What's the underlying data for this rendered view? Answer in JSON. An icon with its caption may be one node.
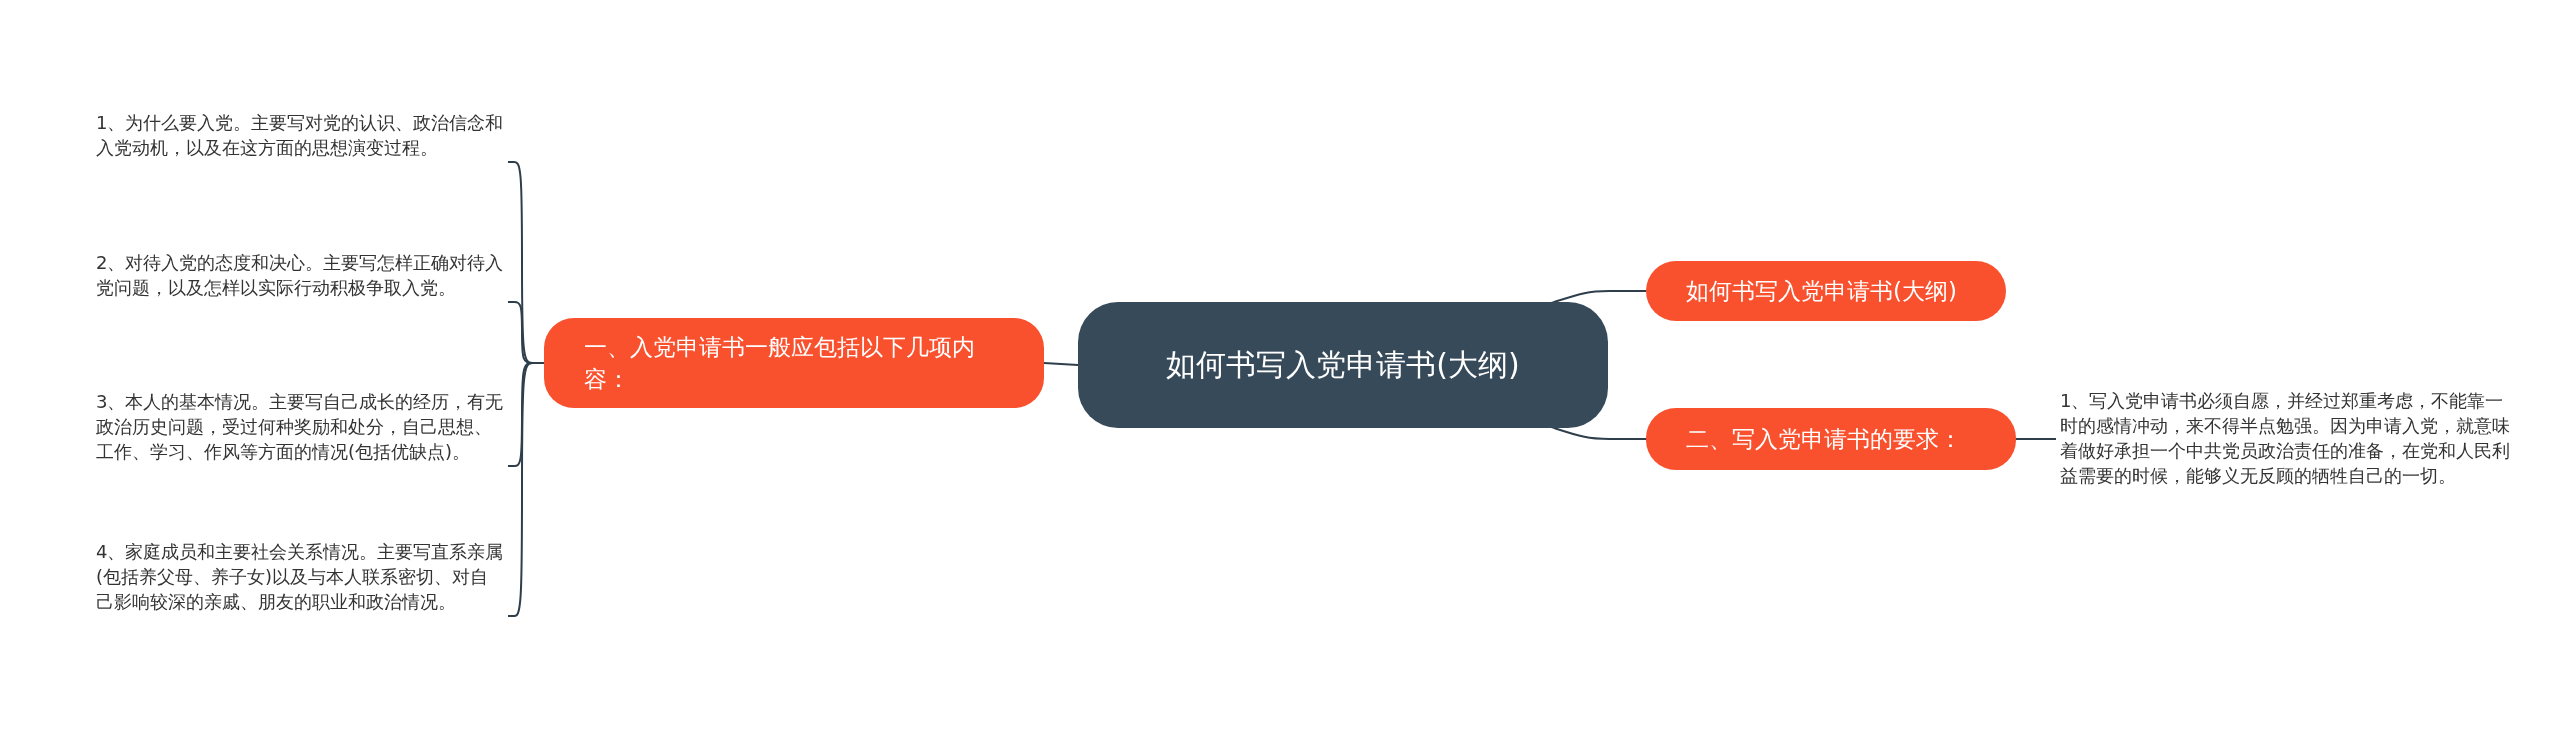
{
  "diagram": {
    "nodes": [
      {
        "text": [
          "如何书写入党申请书(大纲)"
        ]
      },
      {
        "text": [
          "一、入党申请书一般应包括以下几项内容："
        ]
      },
      {
        "text": [
          "1、为什么要入党。主要写对党的认识、政治信念和入党动机，以及在这方面的思想演变过程。"
        ]
      },
      {
        "text": [
          "2、对待入党的态度和决心。主要写怎样正确对待入党问题，以及怎样以实际行动积极争取入党。"
        ]
      },
      {
        "text": [
          "3、本人的基本情况。主要写自己成长的经历，有无政治历史问题，受过何种奖励和处分，自己思想、工作、学习、作风等方面的情况(包括优缺点)。"
        ]
      },
      {
        "text": [
          "4、家庭成员和主要社会关系情况。主要写直系亲属(包括养父母、养子女)以及与本人联系密切、对自己影响较深的亲戚、朋友的职业和政治情况。"
        ]
      },
      {
        "text": [
          "如何书写入党申请书(大纲)"
        ]
      },
      {
        "text": [
          "二、写入党申请书的要求："
        ]
      },
      {
        "text": [
          "1、写入党申请书必须自愿，并经过郑重考虑，不能靠一时的感情冲动，来不得半点勉强。因为申请入党，就意味着做好承担一个中共党员政治责任的准备，在党和人民利益需要的时候，能够义无反顾的牺牲自己的一切。"
        ]
      }
    ],
    "edges": [
      {
        "from": 0,
        "to": 1,
        "arrow": "none"
      },
      {
        "from": 1,
        "to": 2,
        "arrow": "none"
      },
      {
        "from": 1,
        "to": 3,
        "arrow": "none"
      },
      {
        "from": 1,
        "to": 4,
        "arrow": "none"
      },
      {
        "from": 1,
        "to": 5,
        "arrow": "none"
      },
      {
        "from": 0,
        "to": 6,
        "arrow": "none"
      },
      {
        "from": 0,
        "to": 7,
        "arrow": "none"
      },
      {
        "from": 7,
        "to": 8,
        "arrow": "none"
      }
    ]
  }
}
